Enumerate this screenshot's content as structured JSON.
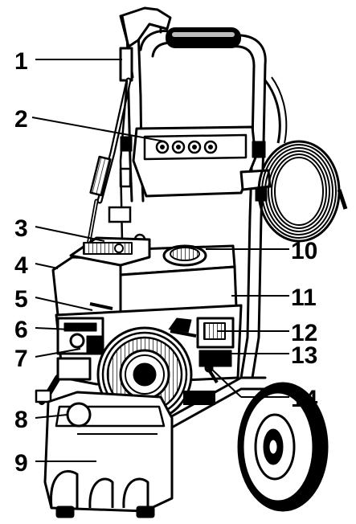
{
  "diagram": {
    "style": "monochrome line drawing of a gas-engine pressure washer on a wheeled cart frame",
    "colors": {
      "ink": "#000000",
      "paper": "#ffffff",
      "tone": "#bdbdbd"
    },
    "callouts": [
      {
        "id": "c1",
        "label": "1"
      },
      {
        "id": "c2",
        "label": "2"
      },
      {
        "id": "c3",
        "label": "3"
      },
      {
        "id": "c4",
        "label": "4"
      },
      {
        "id": "c5",
        "label": "5"
      },
      {
        "id": "c6",
        "label": "6"
      },
      {
        "id": "c7",
        "label": "7"
      },
      {
        "id": "c8",
        "label": "8"
      },
      {
        "id": "c9",
        "label": "9"
      },
      {
        "id": "c10",
        "label": "10"
      },
      {
        "id": "c11",
        "label": "11"
      },
      {
        "id": "c12",
        "label": "12"
      },
      {
        "id": "c13",
        "label": "13"
      },
      {
        "id": "c14",
        "label": "14"
      }
    ]
  }
}
